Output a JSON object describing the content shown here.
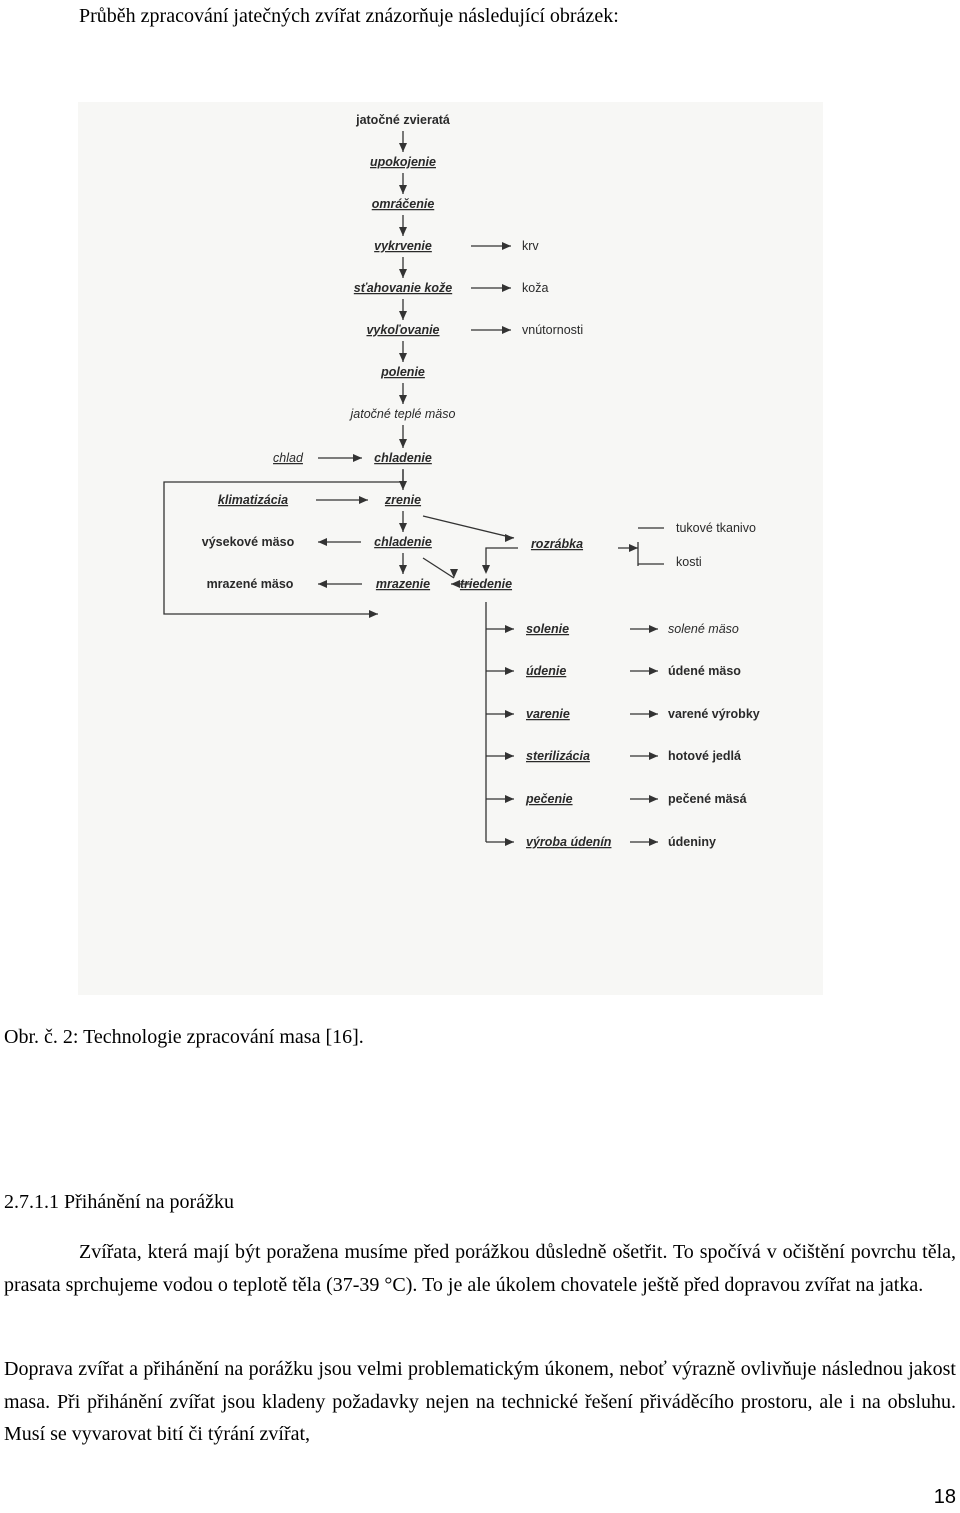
{
  "intro": "Průběh zpracování jatečných zvířat znázorňuje následující obrázek:",
  "diagram": {
    "main": [
      "jatočné zvieratá",
      "upokojenie",
      "omráčenie",
      "vykrvenie",
      "sťahovanie kože",
      "vykoľovanie",
      "polenie",
      "jatočné teplé mäso",
      "chladenie",
      "zrenie",
      "chladenie",
      "mrazenie"
    ],
    "byproducts": [
      "krv",
      "koža",
      "vnútornosti"
    ],
    "chlad": "chlad",
    "left": [
      "klimatizácia",
      "výsekové mäso",
      "mrazené mäso"
    ],
    "rozrabka": "rozrábka",
    "rozrabka_out": [
      "tukové tkanivo",
      "kosti"
    ],
    "triedenie": "triedenie",
    "processes": [
      "solenie",
      "údenie",
      "varenie",
      "sterilizácia",
      "pečenie",
      "výroba údenín"
    ],
    "products": [
      "solené mäso",
      "údené mäso",
      "varené výrobky",
      "hotové jedlá",
      "pečené mäsá",
      "údeniny"
    ]
  },
  "caption": "Obr. č. 2: Technologie zpracování masa [16].",
  "section_heading": "2.7.1.1 Přihánění na porážku",
  "paragraph1": "Zvířata, která mají být poražena musíme před porážkou důsledně ošetřit. To spočívá v očištění povrchu těla, prasata sprchujeme vodou o teplotě těla (37-39 °C). To je ale úkolem chovatele ještě před dopravou zvířat na jatka.",
  "paragraph2": "Doprava zvířat a přihánění na porážku jsou velmi problematickým úkonem, neboť výrazně ovlivňuje následnou jakost masa. Při přihánění zvířat jsou kladeny požadavky nejen na technické řešení přiváděcího prostoru, ale i na obsluhu. Musí se vyvarovat bití či týrání zvířat,",
  "page_number": "18"
}
